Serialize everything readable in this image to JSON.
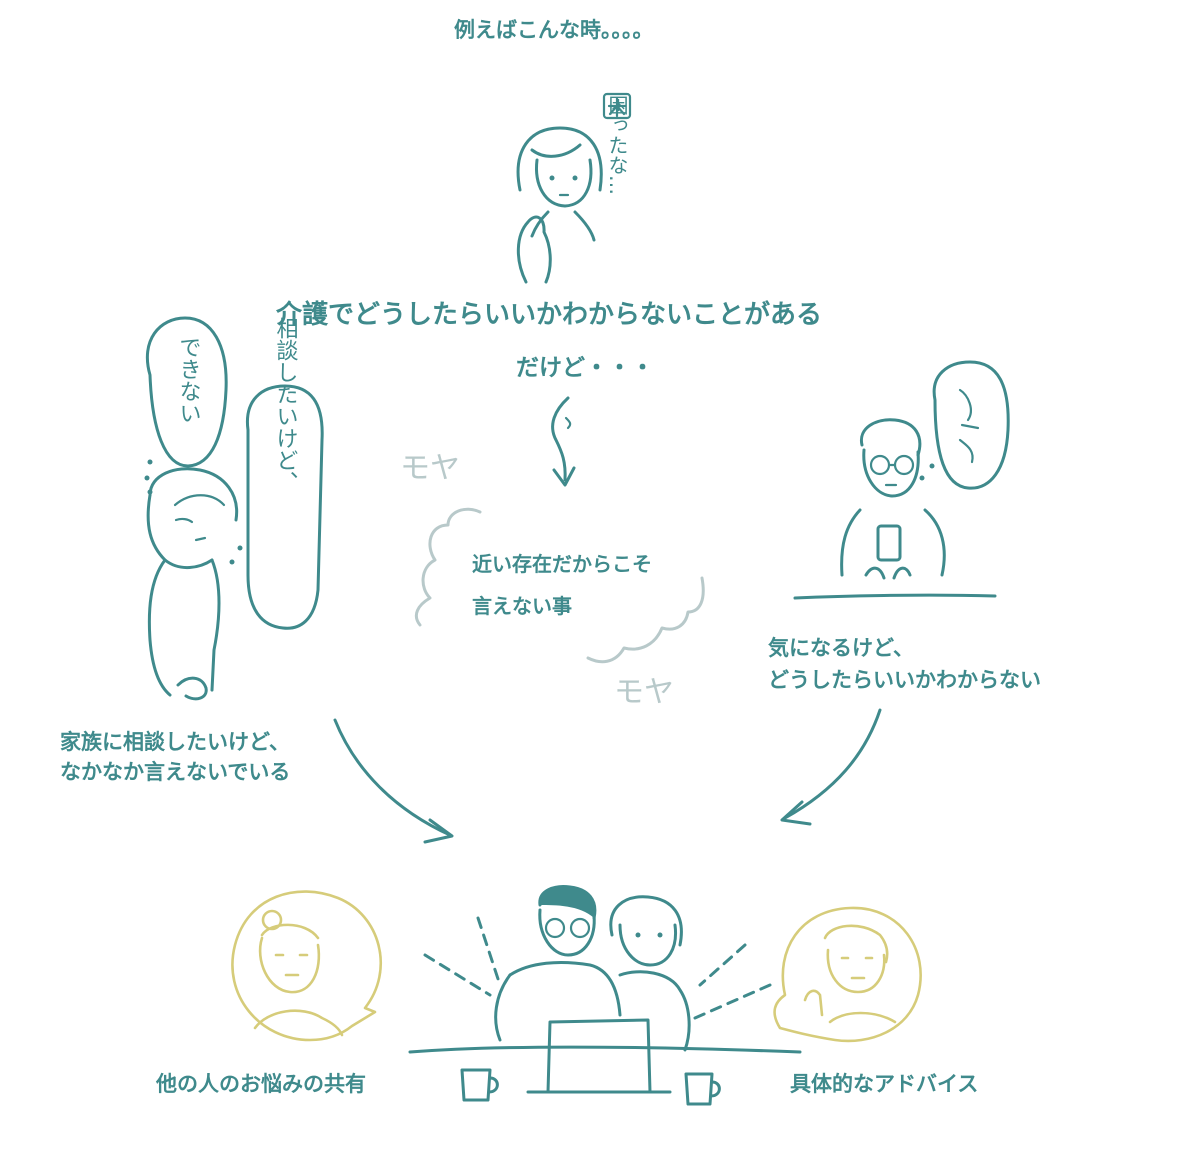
{
  "top_caption": "例えばこんな時。。。。",
  "main_statement": "介護でどうしたらいいかわからないことがある",
  "but_text": "だけど・・・",
  "center_text": {
    "line1": "近い存在だからこそ",
    "line2": "言えない事"
  },
  "left_caption": {
    "line1": "家族に相談したいけど、",
    "line2": "なかなか言えないでいる"
  },
  "right_caption": {
    "line1": "気になるけど、",
    "line2": "どうしたらいいかわからない"
  },
  "bottom_left_label": "他の人のお悩みの共有",
  "bottom_right_label": "具体的なアドバイス",
  "handwritten": {
    "komatta": "困ったな…",
    "dekinai": "できない",
    "soudan": "相談したいけど、",
    "moya": "モヤ"
  },
  "colors": {
    "teal": "#3f8a8c",
    "gray": "#b8c9ca",
    "gold": "#d6cc7a"
  }
}
